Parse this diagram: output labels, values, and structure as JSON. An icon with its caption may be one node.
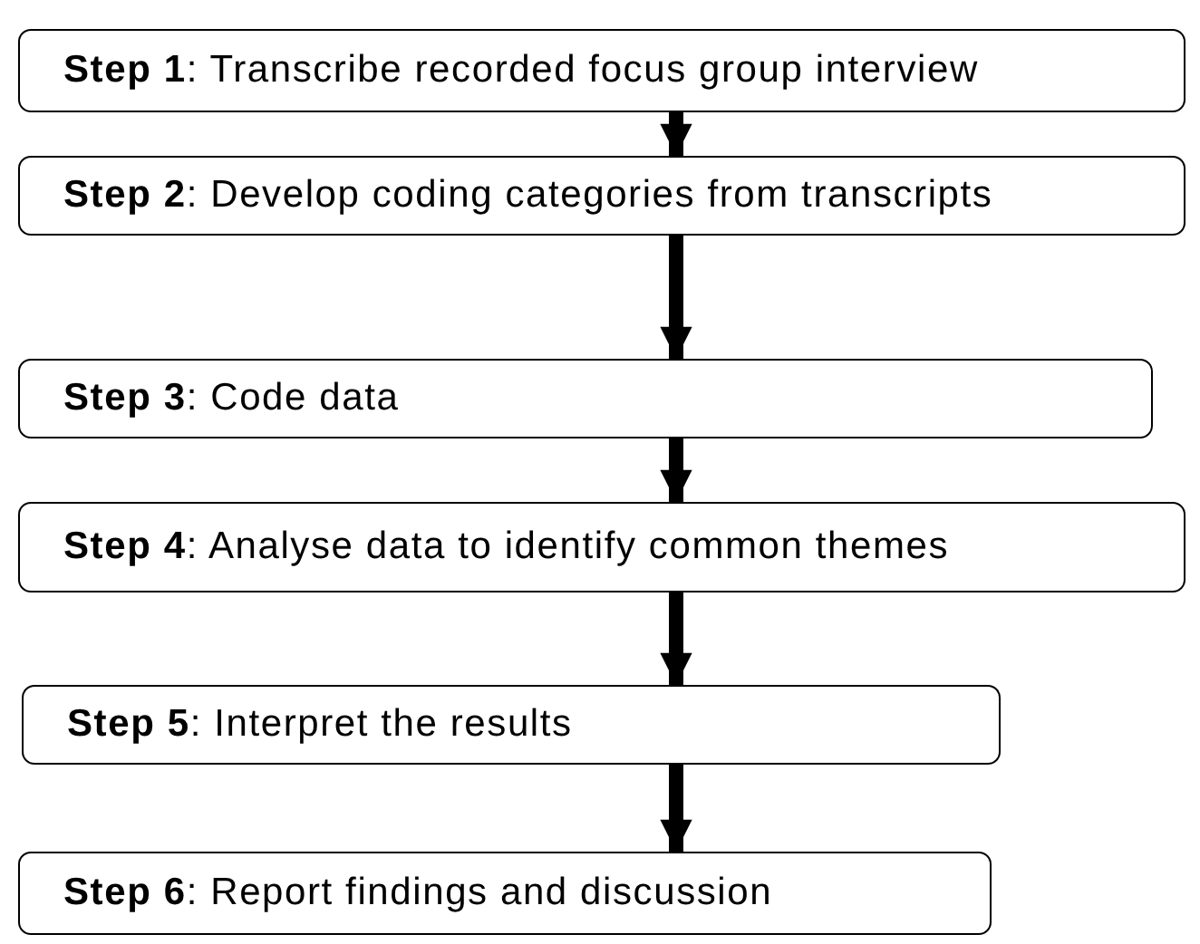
{
  "diagram": {
    "nodes": [
      {
        "text": [
          "**Step 1**: Transcribe recorded focus group interview"
        ]
      },
      {
        "text": [
          "**Step 2**: Develop coding categories from transcripts"
        ]
      },
      {
        "text": [
          "**Step 3**: Code data"
        ]
      },
      {
        "text": [
          "**Step 4**: Analyse data to identify common themes"
        ]
      },
      {
        "text": [
          "**Step 5**: Interpret the results"
        ]
      },
      {
        "text": [
          "**Step 6**: Report findings and discussion"
        ]
      }
    ],
    "edges": [
      {
        "from": 0,
        "to": 1,
        "arrow": "to"
      },
      {
        "from": 1,
        "to": 2,
        "arrow": "to"
      },
      {
        "from": 2,
        "to": 3,
        "arrow": "to"
      },
      {
        "from": 3,
        "to": 4,
        "arrow": "to"
      },
      {
        "from": 4,
        "to": 5,
        "arrow": "to"
      }
    ]
  }
}
